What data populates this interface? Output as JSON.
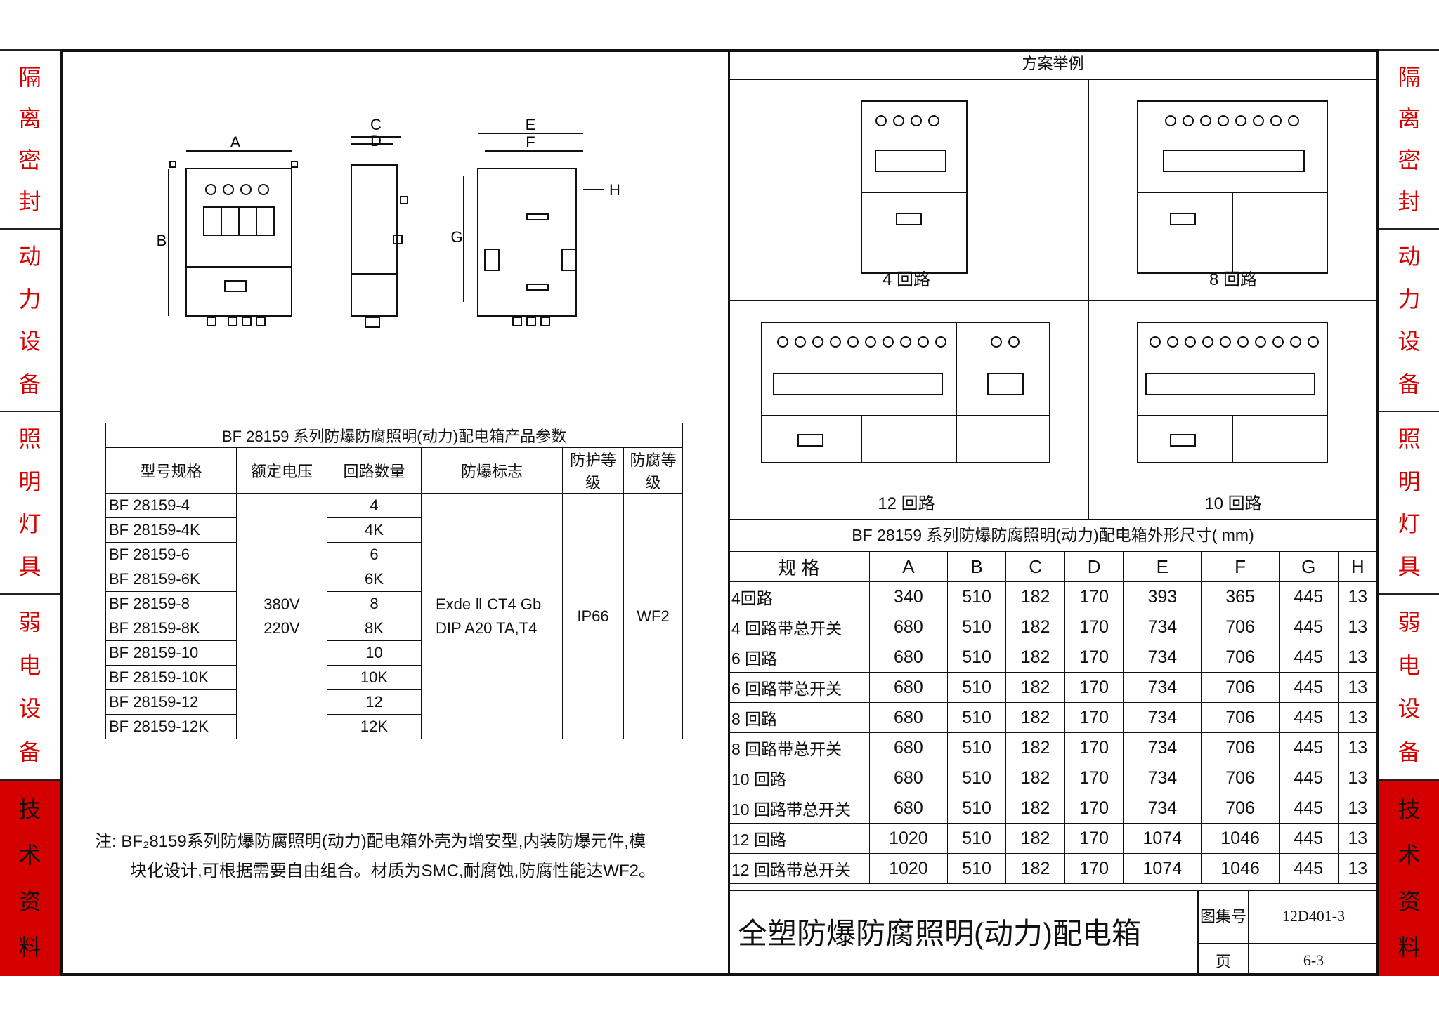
{
  "side_tabs": [
    {
      "chars": [
        "隔",
        "离",
        "密",
        "封"
      ],
      "active": false
    },
    {
      "chars": [
        "动",
        "力",
        "设",
        "备"
      ],
      "active": false
    },
    {
      "chars": [
        "照",
        "明",
        "灯",
        "具"
      ],
      "active": false
    },
    {
      "chars": [
        "弱",
        "电",
        "设",
        "备"
      ],
      "active": false
    },
    {
      "chars": [
        "技",
        "术",
        "资",
        "料"
      ],
      "active": true
    }
  ],
  "drawing_labels": {
    "A": "A",
    "B": "B",
    "C": "C",
    "D": "D",
    "E": "E",
    "F": "F",
    "G": "G",
    "H": "H"
  },
  "params_table": {
    "title": "BF 28159  系列防爆防腐照明(动力)配电箱产品参数",
    "headers": [
      "型号规格",
      "额定电压",
      "回路数量",
      "防爆标志",
      "防护等级",
      "防腐等级"
    ],
    "models": [
      "BF 28159-4",
      "BF 28159-4K",
      "BF 28159-6",
      "BF 28159-6K",
      "BF 28159-8",
      "BF 28159-8K",
      "BF 28159-10",
      "BF 28159-10K",
      "BF 28159-12",
      "BF 28159-12K"
    ],
    "circuits": [
      "4",
      "4K",
      "6",
      "6K",
      "8",
      "8K",
      "10",
      "10K",
      "12",
      "12K"
    ],
    "voltage_1": "380V",
    "voltage_2": "220V",
    "ex_mark_1": "Exde Ⅱ CT4 Gb",
    "ex_mark_2": "DIP A20 TA,T4",
    "protection": "IP66",
    "anticorrosion": "WF2"
  },
  "note": {
    "line1": "注: BF₂8159系列防爆防腐照明(动力)配电箱外壳为增安型,内装防爆元件,模",
    "line2": "块化设计,可根据需要自由组合。材质为SMC,耐腐蚀,防腐性能达WF2。"
  },
  "scheme": {
    "title": "方案举例",
    "captions": [
      "4 回路",
      "8 回路",
      "12 回路",
      "10 回路"
    ]
  },
  "dims_table": {
    "title": "BF 28159  系列防爆防腐照明(动力)配电箱外形尺寸(        mm)",
    "headers": [
      "规    格",
      "A",
      "B",
      "C",
      "D",
      "E",
      "F",
      "G",
      "H"
    ],
    "rows": [
      [
        "4回路",
        "340",
        "510",
        "182",
        "170",
        "393",
        "365",
        "445",
        "13"
      ],
      [
        "4 回路带总开关",
        "680",
        "510",
        "182",
        "170",
        "734",
        "706",
        "445",
        "13"
      ],
      [
        "6 回路",
        "680",
        "510",
        "182",
        "170",
        "734",
        "706",
        "445",
        "13"
      ],
      [
        "6 回路带总开关",
        "680",
        "510",
        "182",
        "170",
        "734",
        "706",
        "445",
        "13"
      ],
      [
        "8 回路",
        "680",
        "510",
        "182",
        "170",
        "734",
        "706",
        "445",
        "13"
      ],
      [
        "8 回路带总开关",
        "680",
        "510",
        "182",
        "170",
        "734",
        "706",
        "445",
        "13"
      ],
      [
        "10 回路",
        "680",
        "510",
        "182",
        "170",
        "734",
        "706",
        "445",
        "13"
      ],
      [
        "10 回路带总开关",
        "680",
        "510",
        "182",
        "170",
        "734",
        "706",
        "445",
        "13"
      ],
      [
        "12 回路",
        "1020",
        "510",
        "182",
        "170",
        "1074",
        "1046",
        "445",
        "13"
      ],
      [
        "12 回路带总开关",
        "1020",
        "510",
        "182",
        "170",
        "1074",
        "1046",
        "445",
        "13"
      ]
    ]
  },
  "title_block": {
    "title": "全塑防爆防腐照明(动力)配电箱",
    "atlas_label": "图集号",
    "atlas_value": "12D401-3",
    "page_label": "页",
    "page_value": "6-3"
  }
}
